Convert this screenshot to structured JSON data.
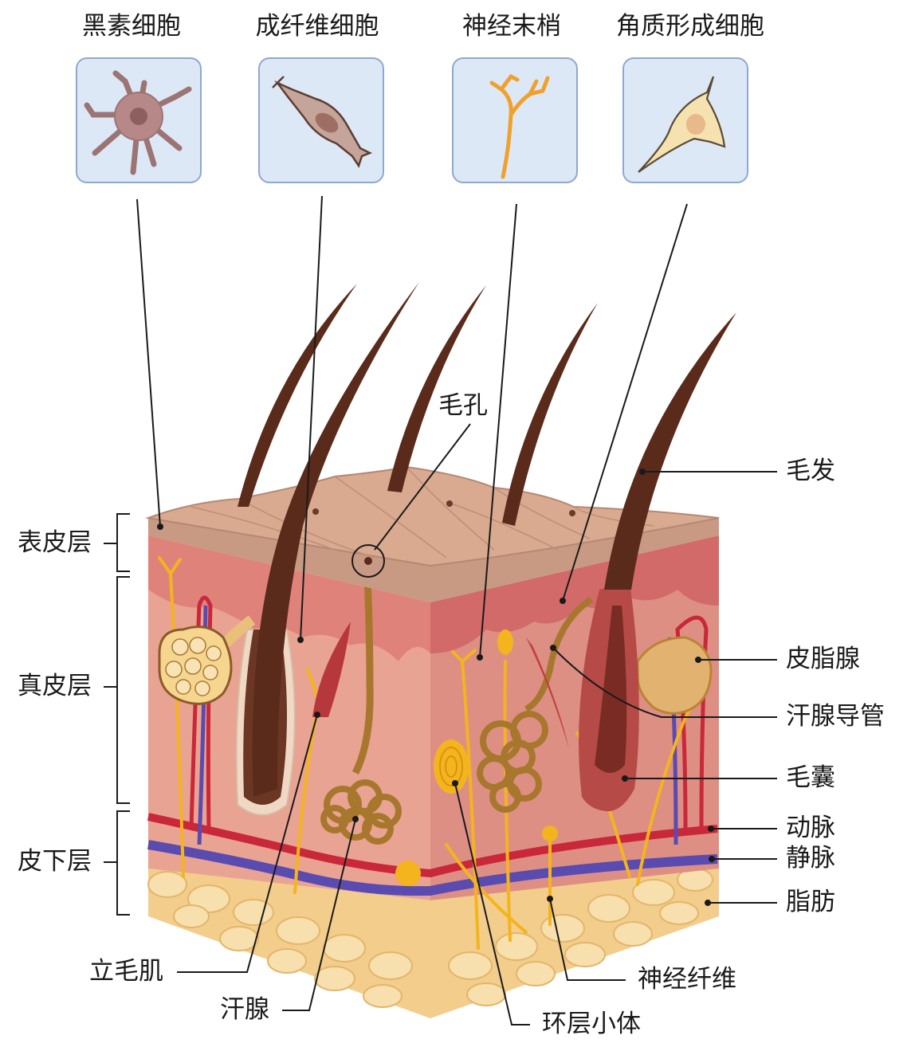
{
  "cell_insets": [
    {
      "label": "黑素细胞",
      "icon": "melanocyte-cell-icon"
    },
    {
      "label": "成纤维细胞",
      "icon": "fibroblast-cell-icon"
    },
    {
      "label": "神经末梢",
      "icon": "nerve-ending-icon"
    },
    {
      "label": "角质形成细胞",
      "icon": "keratinocyte-cell-icon"
    }
  ],
  "layers": {
    "epidermis": "表皮层",
    "dermis": "真皮层",
    "hypodermis": "皮下层"
  },
  "structures": {
    "pore": "毛孔",
    "hair": "毛发",
    "sebaceous_gland": "皮脂腺",
    "sweat_duct": "汗腺导管",
    "hair_follicle": "毛囊",
    "artery": "动脉",
    "vein": "静脉",
    "fat": "脂肪",
    "arrector_pili": "立毛肌",
    "sweat_gland": "汗腺",
    "pacinian_corpuscle": "环层小体",
    "nerve_fiber": "神经纤维"
  },
  "colors": {
    "epidermis": "#d9aa90",
    "dermis": "#e9a392",
    "dermis_front": "#e1857a",
    "fat": "#f3cd8c",
    "hair": "#5a2a1a",
    "artery": "#c8283a",
    "vein": "#5a4bb0",
    "nerve": "#f3b41e",
    "gland": "#a8772e",
    "inset_bg": "#dde8f6",
    "inset_border": "#8ea8cf"
  }
}
